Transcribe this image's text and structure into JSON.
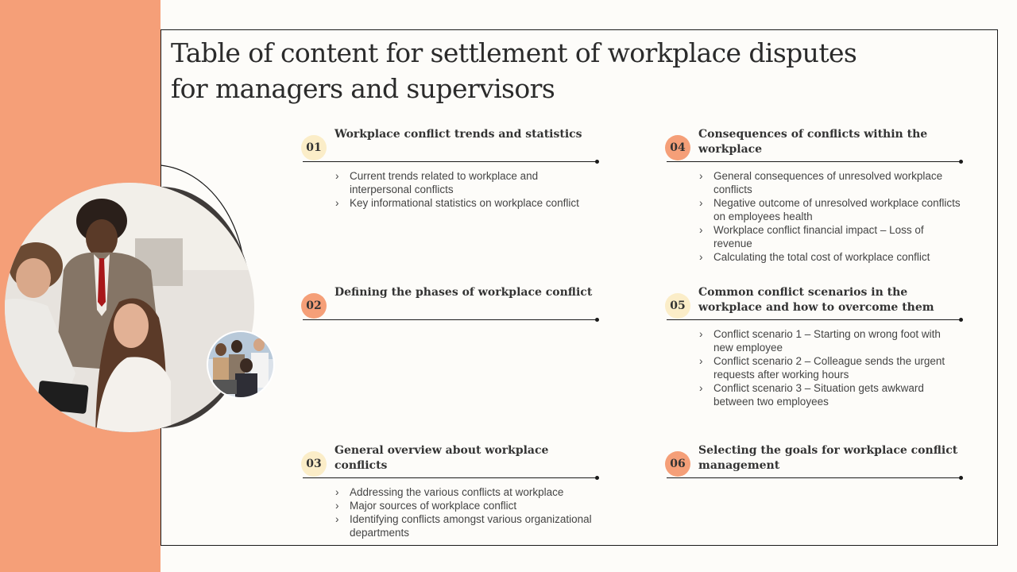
{
  "title": "Table of content for settlement of workplace disputes for managers and supervisors",
  "colors": {
    "accent": "#f59f78",
    "cream": "#fbedc8",
    "dark_circle": "#3f3b39",
    "background": "#fdfcf9"
  },
  "bullet_icon": "chevron-right-icon",
  "items": [
    {
      "number": "01",
      "heading": "Workplace conflict trends and statistics",
      "bullets": [
        "Current trends related to workplace and interpersonal conflicts",
        "Key informational statistics on workplace conflict"
      ]
    },
    {
      "number": "02",
      "heading": "Defining the phases of workplace conflict",
      "bullets": []
    },
    {
      "number": "03",
      "heading": "General overview about workplace conflicts",
      "bullets": [
        "Addressing the various conflicts at workplace",
        "Major sources of workplace conflict",
        "Identifying conflicts amongst various organizational departments"
      ]
    },
    {
      "number": "04",
      "heading": "Consequences of conflicts within the workplace",
      "bullets": [
        "General consequences of unresolved workplace conflicts",
        "Negative outcome of unresolved workplace conflicts on employees health",
        "Workplace conflict financial impact – Loss of revenue",
        "Calculating the total cost of workplace conflict"
      ]
    },
    {
      "number": "05",
      "heading": "Common conflict scenarios in the workplace and how to overcome them",
      "bullets": [
        "Conflict scenario 1 – Starting on wrong foot with new employee",
        "Conflict scenario 2 – Colleague sends the urgent requests after working hours",
        "Conflict scenario 3 – Situation gets awkward between two employees"
      ]
    },
    {
      "number": "06",
      "heading": "Selecting the goals for workplace conflict management",
      "bullets": []
    }
  ]
}
